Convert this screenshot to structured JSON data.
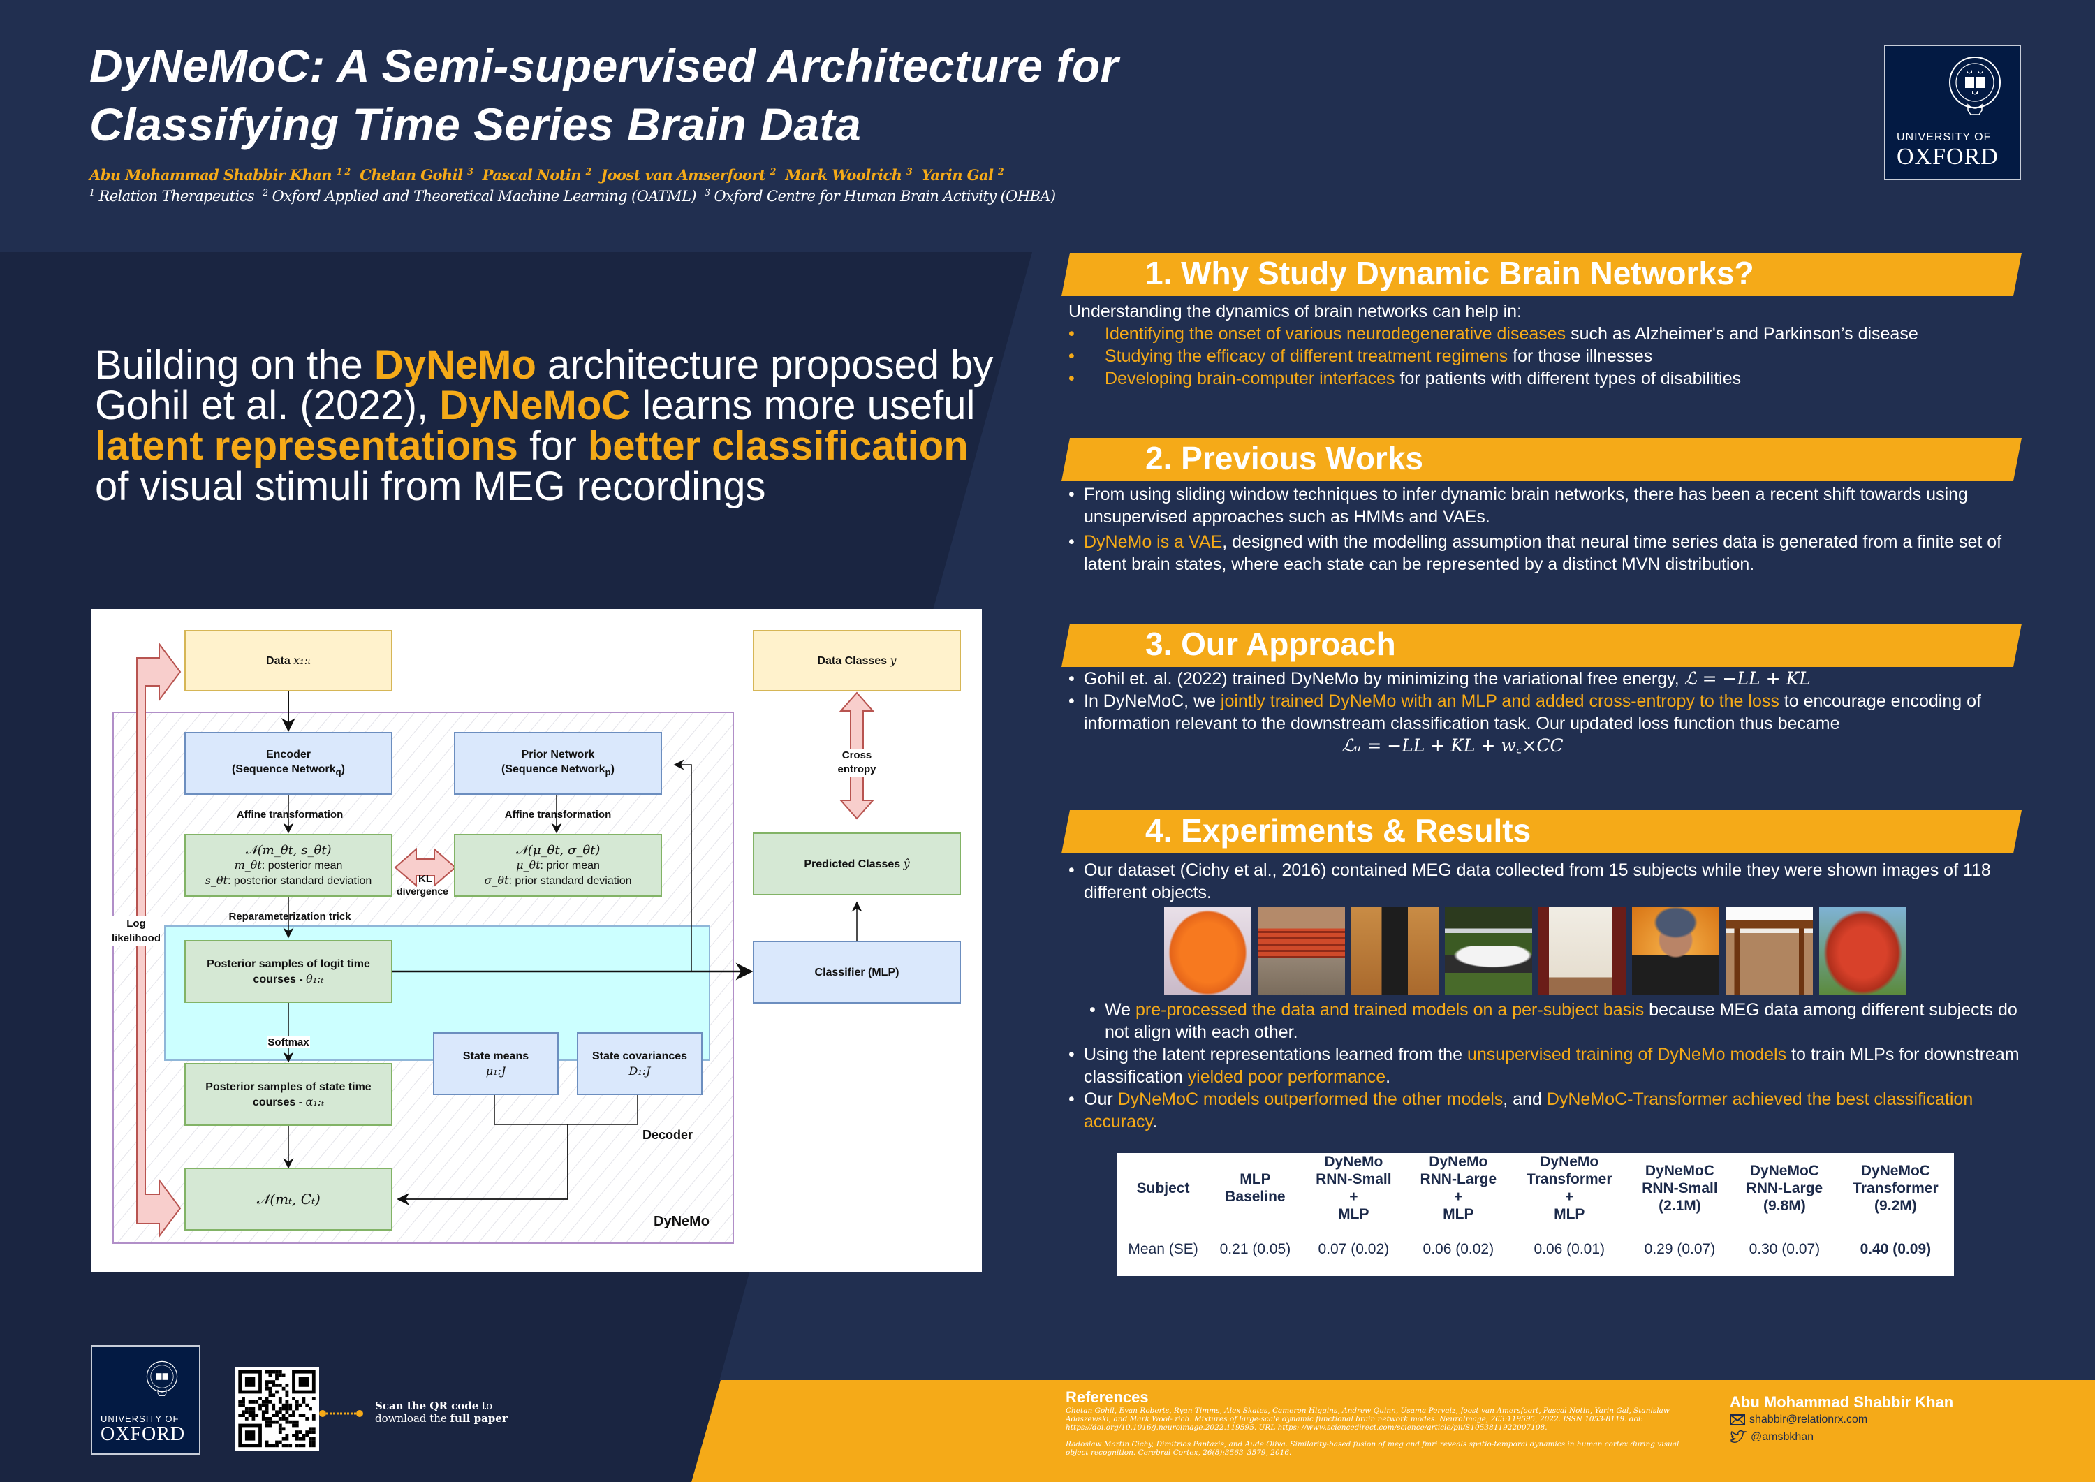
{
  "header": {
    "title_line1": "DyNeMoC: A Semi-supervised Architecture for",
    "title_line2": "Classifying Time Series Brain Data",
    "authors": [
      {
        "name": "Abu Mohammad Shabbir Khan",
        "sup": "1 2"
      },
      {
        "name": "Chetan Gohil",
        "sup": "3"
      },
      {
        "name": "Pascal Notin",
        "sup": "2"
      },
      {
        "name": "Joost van Amserfoort",
        "sup": "2"
      },
      {
        "name": "Mark Woolrich",
        "sup": "3"
      },
      {
        "name": "Yarin Gal",
        "sup": "2"
      }
    ],
    "affiliations": [
      {
        "sup": "1",
        "name": "Relation Therapeutics"
      },
      {
        "sup": "2",
        "name": "Oxford Applied and Theoretical Machine Learning (OATML)"
      },
      {
        "sup": "3",
        "name": "Oxford Centre for Human Brain Activity (OHBA)"
      }
    ],
    "logo": {
      "line1": "UNIVERSITY OF",
      "line2": "OXFORD"
    }
  },
  "tagline": {
    "parts": [
      {
        "t": "Building on the ",
        "hl": false
      },
      {
        "t": "DyNeMo",
        "hl": true
      },
      {
        "t": " architecture proposed by Gohil et al. (2022), ",
        "hl": false
      },
      {
        "t": "DyNeMoC",
        "hl": true
      },
      {
        "t": " learns more useful ",
        "hl": false
      },
      {
        "t": "latent representations",
        "hl": true
      },
      {
        "t": " for ",
        "hl": false
      },
      {
        "t": "better classification",
        "hl": true
      },
      {
        "t": " of visual stimuli from MEG recordings",
        "hl": false
      }
    ]
  },
  "diagram": {
    "data": "Data",
    "data_math": "x₁:ₜ",
    "encoder": "Encoder",
    "encoder_sub": "(Sequence Network",
    "encoder_sub_idx": "q",
    "prior": "Prior Network",
    "prior_sub": "(Sequence Network",
    "prior_sub_idx": "p",
    "affine1": "Affine transformation",
    "affine2": "Affine transformation",
    "post_dist": "𝒩(m_θt, s_θt)",
    "post_mean": ": posterior mean",
    "post_mean_sym": "m_θt",
    "post_sd": ": posterior standard deviation",
    "post_sd_sym": "s_θt",
    "prior_dist": "𝒩(μ_θt, σ_θt)",
    "prior_mean": ": prior mean",
    "prior_mean_sym": "μ_θt",
    "prior_sd": ": prior standard deviation",
    "prior_sd_sym": "σ_θt",
    "kl": "KL",
    "kl2": "divergence",
    "reparam": "Reparameterization trick",
    "logit": "Posterior samples of logit time",
    "logit2": "courses - ",
    "logit_math": "θ₁:ₜ",
    "softmax": "Softmax",
    "state_tc": "Posterior samples of state time",
    "state_tc2": "courses - ",
    "state_tc_math": "α₁:ₜ",
    "state_means": "State means",
    "state_means_math": "μ₁:J",
    "state_cov": "State covariances",
    "state_cov_math": "D₁:J",
    "decoder": "Decoder",
    "obs": "𝒩(mₜ, Cₜ)",
    "dynemo": "DyNeMo",
    "log": "Log",
    "likelihood": "likelihood",
    "data_classes": "Data Classes",
    "data_classes_math": "y",
    "cross": "Cross",
    "entropy": "entropy",
    "predicted": "Predicted Classes",
    "predicted_math": "ŷ",
    "classifier": "Classifier (MLP)"
  },
  "sections": {
    "s1": {
      "title": "1. Why Study Dynamic Brain Networks?",
      "intro": "Understanding the dynamics of brain networks can help in:",
      "bullets": [
        {
          "hl": "Identifying the onset of various neurodegenerative diseases",
          "rest": " such as Alzheimer's and Parkinson’s disease"
        },
        {
          "hl": "Studying the efficacy of different treatment regimens",
          "rest": " for those illnesses"
        },
        {
          "hl": "Developing brain-computer interfaces",
          "rest": " for patients with different types of disabilities"
        }
      ]
    },
    "s2": {
      "title": "2. Previous Works",
      "b1": "From using sliding window techniques to infer dynamic brain networks, there has been a recent shift towards using unsupervised approaches such as HMMs and VAEs.",
      "b2_hl": "DyNeMo is a VAE",
      "b2_rest": ", designed with the modelling assumption that neural time series data is generated from a finite set of latent brain states, where each state can be represented by a distinct MVN distribution."
    },
    "s3": {
      "title": "3. Our Approach",
      "b1": "Gohil et. al. (2022) trained DyNeMo by minimizing the variational free energy, ",
      "b1_math": "ℒ = −LL + KL",
      "b2_pre": "In DyNeMoC, we ",
      "b2_hl": "jointly trained DyNeMo with an MLP and added cross-entropy to the loss",
      "b2_rest": " to encourage encoding of information relevant to the downstream classification task. Our updated loss function thus became",
      "formula": "ℒᵤ = −LL + KL + w꜀×CC"
    },
    "s4": {
      "title": "4. Experiments & Results",
      "b1": "Our dataset (Cichy et al., 2016) contained MEG data collected from 15 subjects while they were shown images of 118 different objects.",
      "images": [
        "orange",
        "bench",
        "remote-control",
        "sports-car",
        "stove",
        "man-with-beanie",
        "table",
        "apple"
      ],
      "b2_pre": "We ",
      "b2_hl": "pre-processed the data and trained models on a per-subject basis",
      "b2_rest": " because MEG data among different subjects do not align with each other.",
      "b3_pre": "Using the latent representations learned from the ",
      "b3_hl": "unsupervised training of DyNeMo models",
      "b3_mid": " to train MLPs for downstream classification ",
      "b3_hl2": "yielded poor performance",
      "b3_end": ".",
      "b4_pre": "Our ",
      "b4_hl": "DyNeMoC models outperformed the other models",
      "b4_mid": ", and ",
      "b4_hl2": "DyNeMoC-Transformer achieved the best classification accuracy",
      "b4_end": "."
    }
  },
  "results_table": {
    "headers": [
      [
        "Subject"
      ],
      [
        "MLP",
        "Baseline"
      ],
      [
        "DyNeMo",
        "RNN-Small",
        "+",
        "MLP"
      ],
      [
        "DyNeMo",
        "RNN-Large",
        "+",
        "MLP"
      ],
      [
        "DyNeMo",
        "Transformer",
        "+",
        "MLP"
      ],
      [
        "DyNeMoC",
        "RNN-Small",
        "(2.1M)"
      ],
      [
        "DyNeMoC",
        "RNN-Large",
        "(9.8M)"
      ],
      [
        "DyNeMoC",
        "Transformer",
        "(9.2M)"
      ]
    ],
    "row": [
      "Mean (SE)",
      "0.21 (0.05)",
      "0.07 (0.02)",
      "0.06 (0.02)",
      "0.06 (0.01)",
      "0.29 (0.07)",
      "0.30 (0.07)",
      "0.40 (0.09)"
    ],
    "best_index": 7
  },
  "footer": {
    "qr_text_bold1": "Scan the QR code",
    "qr_text_rest1": " to",
    "qr_text_rest2": "download the ",
    "qr_text_bold2": "full paper",
    "refs_title": "References",
    "ref1": "Chetan Gohil, Evan Roberts, Ryan Timms, Alex Skates, Cameron Higgins, Andrew Quinn, Usama Pervaiz, Joost van Amersfoort, Pascal Notin, Yarin Gal, Stanislaw Adaszewski, and Mark Wool- rich. Mixtures of large-scale dynamic functional brain network modes. NeuroImage, 263:119595, 2022. ISSN 1053-8119. doi: https://doi.org/10.1016/j.neuroimage.2022.119595. URL https: //www.sciencedirect.com/science/article/pii/S1053811922007108.",
    "ref2": "Radoslaw Martin Cichy, Dimitrios Pantazis, and Aude Oliva. Similarity-based fusion of meg and fmri reveals spatio-temporal dynamics in human cortex during visual object recognition. Cerebral Cortex, 26(8):3563–3579, 2016.",
    "contact_name": "Abu Mohammad Shabbir Khan",
    "email": "shabbir@relationrx.com",
    "twitter": "@amsbkhan"
  },
  "colors": {
    "accent": "#f5aa18",
    "navy": "#212f50",
    "navy_dark": "#1a2541"
  }
}
